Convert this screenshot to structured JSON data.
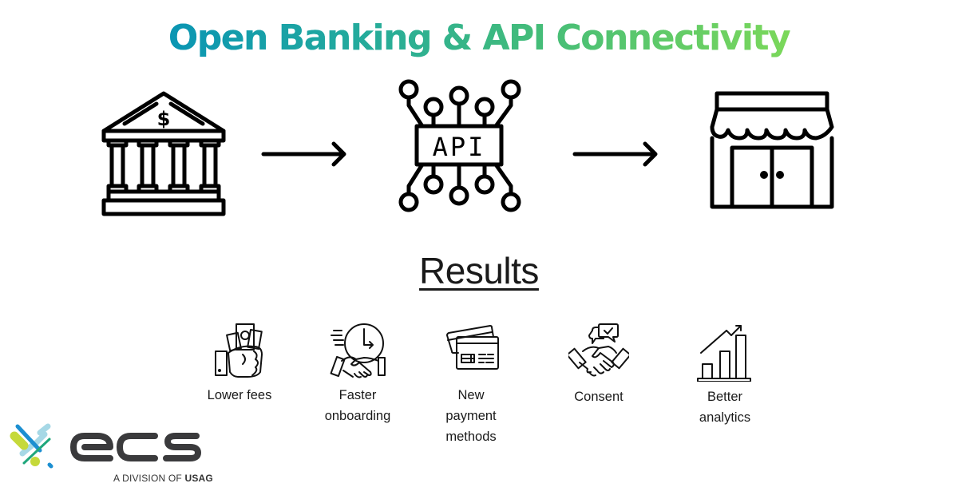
{
  "title": "Open Banking & API Connectivity",
  "title_gradient": [
    "#0a95b3",
    "#23aa9d",
    "#45bd78",
    "#7bd85a"
  ],
  "flow": {
    "nodes": [
      {
        "name": "bank",
        "icon": "bank-icon",
        "symbol": "$"
      },
      {
        "name": "api",
        "icon": "api-icon",
        "label": "API"
      },
      {
        "name": "merchant",
        "icon": "storefront-icon"
      }
    ],
    "connectors": [
      "arrow-right-icon",
      "arrow-right-icon"
    ]
  },
  "results": {
    "heading": "Results",
    "items": [
      {
        "icon": "money-in-hand-icon",
        "line1": "Lower fees",
        "line2": "",
        "line3": ""
      },
      {
        "icon": "clock-handshake-icon",
        "line1": "Faster",
        "line2": "onboarding",
        "line3": ""
      },
      {
        "icon": "credit-cards-icon",
        "line1": "New",
        "line2": "payment",
        "line3": "methods"
      },
      {
        "icon": "handshake-chat-check-icon",
        "line1": "Consent",
        "line2": "",
        "line3": ""
      },
      {
        "icon": "growth-bar-chart-icon",
        "line1": "Better",
        "line2": "analytics",
        "line3": ""
      }
    ]
  },
  "logo": {
    "wordmark": "ecs",
    "division_prefix": "A DIVISION OF ",
    "division_name": "USAG",
    "colors": {
      "dark": "#3a3a3c",
      "blue": "#1c8fd1",
      "light_blue": "#a6d8e6",
      "lime": "#c5d93a",
      "green": "#1fa77c"
    }
  }
}
